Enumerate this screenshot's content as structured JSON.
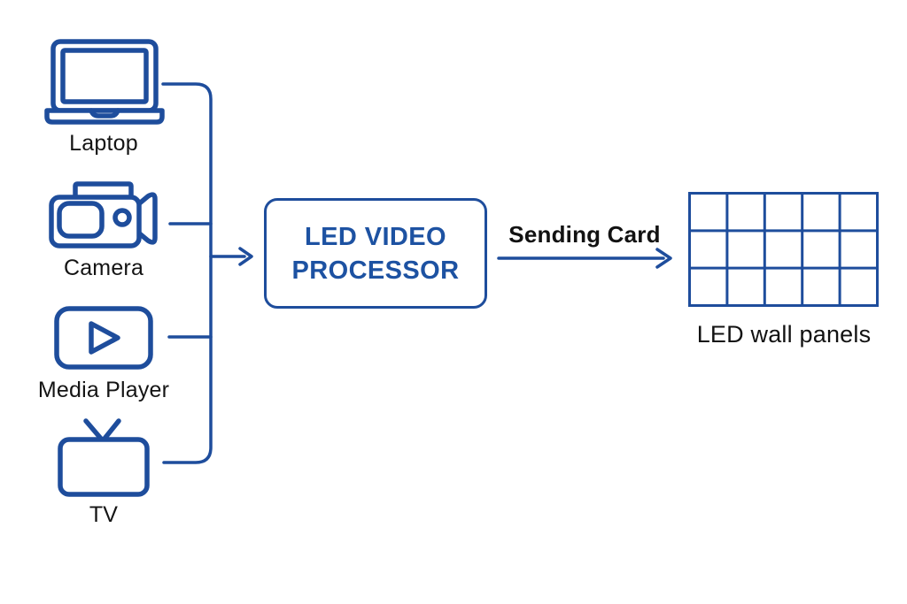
{
  "colors": {
    "line_blue": "#1e4d9c",
    "processor_text_blue": "#1d52a2",
    "label_black": "#141414",
    "background": "#ffffff"
  },
  "sources": [
    {
      "label": "Laptop",
      "icon": "laptop-icon"
    },
    {
      "label": "Camera",
      "icon": "video-camera-icon"
    },
    {
      "label": "Media Player",
      "icon": "media-player-icon"
    },
    {
      "label": "TV",
      "icon": "tv-icon"
    }
  ],
  "processor": {
    "line1": "LED VIDEO",
    "line2": "PROCESSOR"
  },
  "connection": {
    "label": "Sending Card"
  },
  "output": {
    "label": "LED wall panels",
    "grid": {
      "cols": 5,
      "rows": 3
    }
  }
}
